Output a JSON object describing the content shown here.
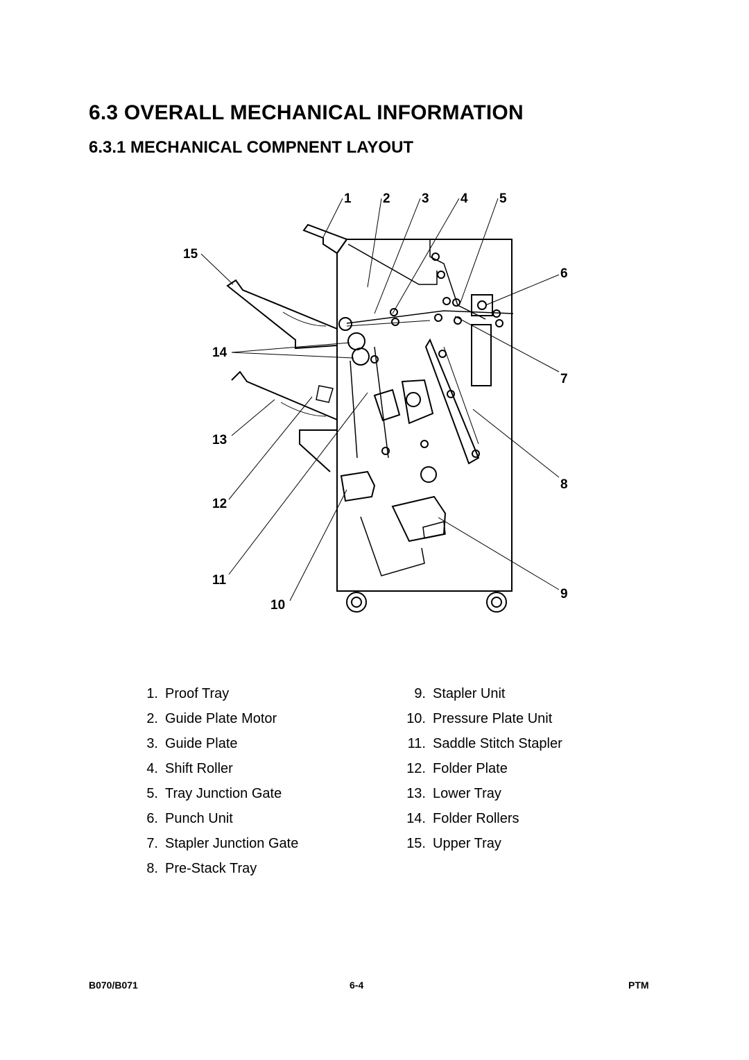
{
  "heading": {
    "section": "6.3  OVERALL MECHANICAL INFORMATION",
    "subsection": "6.3.1  MECHANICAL COMPNENT LAYOUT"
  },
  "figure": {
    "callouts": [
      "1",
      "2",
      "3",
      "4",
      "5",
      "6",
      "7",
      "8",
      "9",
      "10",
      "11",
      "12",
      "13",
      "14",
      "15"
    ]
  },
  "legend": {
    "left": [
      {
        "num": "1.",
        "label": "Proof Tray"
      },
      {
        "num": "2.",
        "label": "Guide Plate Motor"
      },
      {
        "num": "3.",
        "label": "Guide Plate"
      },
      {
        "num": "4.",
        "label": "Shift Roller"
      },
      {
        "num": "5.",
        "label": "Tray Junction Gate"
      },
      {
        "num": "6.",
        "label": "Punch Unit"
      },
      {
        "num": "7.",
        "label": "Stapler Junction Gate"
      },
      {
        "num": "8.",
        "label": "Pre-Stack Tray"
      }
    ],
    "right": [
      {
        "num": "9.",
        "label": "Stapler Unit"
      },
      {
        "num": "10.",
        "label": "Pressure Plate Unit"
      },
      {
        "num": "11.",
        "label": "Saddle Stitch Stapler"
      },
      {
        "num": "12.",
        "label": "Folder Plate"
      },
      {
        "num": "13.",
        "label": "Lower Tray"
      },
      {
        "num": "14.",
        "label": "Folder Rollers"
      },
      {
        "num": "15.",
        "label": "Upper Tray"
      }
    ]
  },
  "footer": {
    "left": "B070/B071",
    "center": "6-4",
    "right": "PTM"
  }
}
